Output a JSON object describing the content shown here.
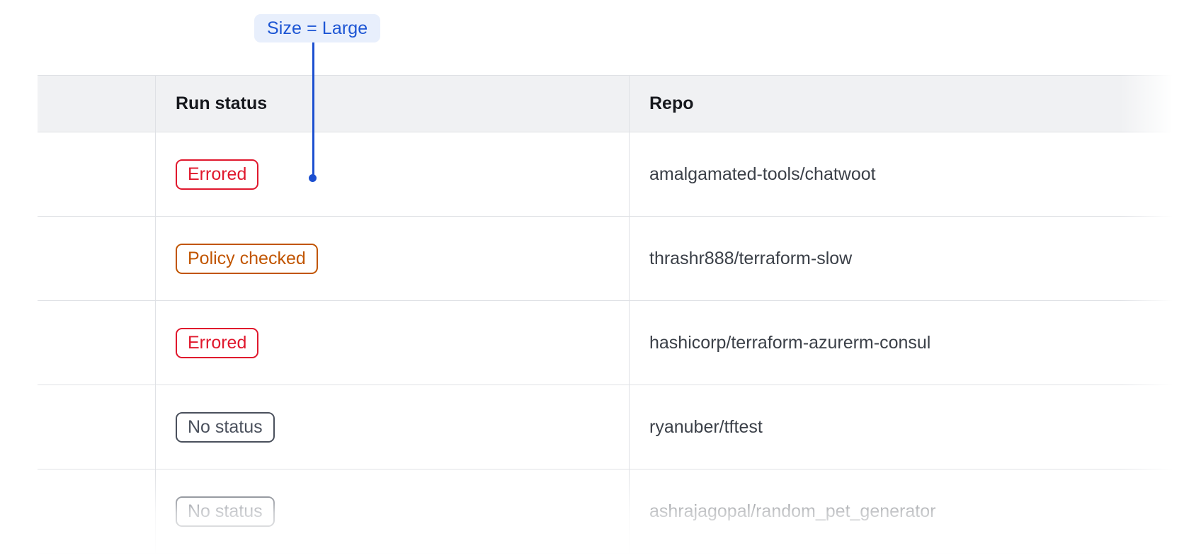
{
  "annotation": {
    "label": "Size = Large",
    "pill_bg": "#e8effc",
    "pill_text_color": "#1c55d4",
    "connector_color": "#1c4fd0"
  },
  "table": {
    "columns": [
      {
        "key": "spacer",
        "label": ""
      },
      {
        "key": "run_status",
        "label": "Run status"
      },
      {
        "key": "repo",
        "label": "Repo"
      },
      {
        "key": "extra",
        "label": ""
      }
    ],
    "header_bg": "#f0f1f3",
    "grid_color": "#dfe1e5",
    "rows": [
      {
        "status": "Errored",
        "status_variant": "errored",
        "repo": "amalgamated-tools/chatwoot"
      },
      {
        "status": "Policy checked",
        "status_variant": "policy",
        "repo": "thrashr888/terraform-slow"
      },
      {
        "status": "Errored",
        "status_variant": "errored",
        "repo": "hashicorp/terraform-azurerm-consul"
      },
      {
        "status": "No status",
        "status_variant": "nostatus",
        "repo": "ryanuber/tftest"
      },
      {
        "status": "No status",
        "status_variant": "nostatus",
        "repo": "ashrajagopal/random_pet_generator"
      }
    ],
    "status_colors": {
      "errored": "#e0182d",
      "policy": "#c15500",
      "nostatus": "#4a505c"
    }
  }
}
